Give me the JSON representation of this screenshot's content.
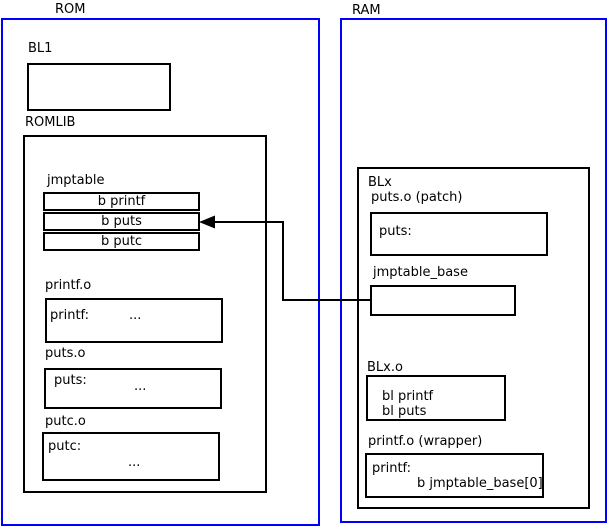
{
  "colors": {
    "frame_blue": "#0000ff",
    "line_black": "#000000",
    "background": "#ffffff"
  },
  "rom": {
    "label": "ROM",
    "bl1_label": "BL1",
    "romlib_label": "ROMLIB",
    "jmptable": {
      "label": "jmptable",
      "rows": [
        "b printf",
        "b puts",
        "b putc"
      ]
    },
    "printf_o": {
      "label": "printf.o",
      "symbol": "printf:",
      "ellipsis": "..."
    },
    "puts_o": {
      "label": "puts.o",
      "symbol": "puts:",
      "ellipsis": "..."
    },
    "putc_o": {
      "label": "putc.o",
      "symbol": "putc:",
      "ellipsis": "..."
    }
  },
  "ram": {
    "label": "RAM",
    "blx": {
      "label": "BLx",
      "puts_patch": {
        "label": "puts.o (patch)",
        "symbol": "puts:"
      },
      "jmptable_base": {
        "label": "jmptable_base"
      },
      "blx_o": {
        "label": "BLx.o",
        "code": [
          "bl printf",
          "bl puts"
        ]
      },
      "printf_wrapper": {
        "label": "printf.o (wrapper)",
        "symbol": "printf:",
        "code": "b jmptable_base[0]"
      }
    }
  }
}
